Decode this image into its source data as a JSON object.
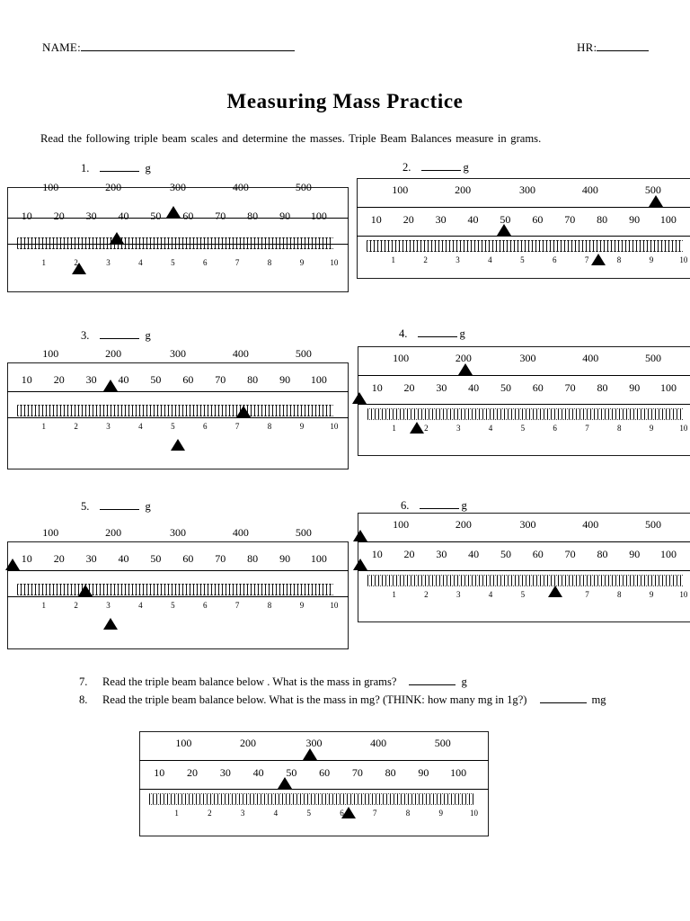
{
  "page": {
    "name_label": "NAME:",
    "hr_label": "HR:",
    "title": "Measuring Mass Practice",
    "instructions": "Read the following triple beam scales and determine the masses.  Triple Beam Balances measure in grams."
  },
  "beam_labels": {
    "hundreds": [
      "100",
      "200",
      "300",
      "400",
      "500"
    ],
    "tens": [
      "10",
      "20",
      "30",
      "40",
      "50",
      "60",
      "70",
      "80",
      "90",
      "100"
    ],
    "ones": [
      "1",
      "2",
      "3",
      "4",
      "5",
      "6",
      "7",
      "8",
      "9",
      "10"
    ]
  },
  "scales": [
    {
      "number": "1.",
      "unit": "g",
      "variant": "strike",
      "riders": [
        {
          "beam": "tens",
          "align": "line",
          "pos": 0.487
        },
        {
          "beam": "ticks",
          "align": "line",
          "pos": 0.319
        },
        {
          "beam": "ones",
          "align": "row",
          "pos": 0.209
        }
      ]
    },
    {
      "number": "2.",
      "unit": "g",
      "variant": "rows",
      "riders": [
        {
          "beam": "hundreds",
          "align": "line",
          "pos": 0.878
        },
        {
          "beam": "tens",
          "align": "line",
          "pos": 0.431
        },
        {
          "beam": "ones",
          "align": "row",
          "pos": 0.709
        }
      ]
    },
    {
      "number": "3.",
      "unit": "g",
      "variant": "out",
      "riders": [
        {
          "beam": "tens",
          "align": "line",
          "pos": 0.301
        },
        {
          "beam": "ticks",
          "align": "line",
          "pos": 0.694
        },
        {
          "beam": "ones",
          "align": "below",
          "pos": 0.5
        }
      ]
    },
    {
      "number": "4.",
      "unit": "g",
      "variant": "rows",
      "riders": [
        {
          "beam": "hundreds",
          "align": "line",
          "pos": 0.316
        },
        {
          "beam": "tens",
          "align": "line",
          "pos": 0.002
        },
        {
          "beam": "ones",
          "align": "row",
          "pos": 0.173
        }
      ]
    },
    {
      "number": "5.",
      "unit": "g",
      "variant": "out",
      "riders": [
        {
          "beam": "tens",
          "align": "line",
          "pos": 0.012
        },
        {
          "beam": "ticks",
          "align": "line",
          "pos": 0.228
        },
        {
          "beam": "ones",
          "align": "below",
          "pos": 0.302
        }
      ]
    },
    {
      "number": "6.",
      "unit": "g",
      "variant": "rows",
      "riders": [
        {
          "beam": "hundreds",
          "align": "line",
          "pos": 0.004
        },
        {
          "beam": "tens",
          "align": "line",
          "pos": 0.004
        },
        {
          "beam": "ticks",
          "align": "below",
          "pos": 0.581
        }
      ]
    }
  ],
  "questions": [
    {
      "number": "7.",
      "text": "Read the triple beam balance below .  What is the mass in grams?",
      "unit": "g"
    },
    {
      "number": "8.",
      "text": "Read the triple beam balance below.  What is the mass in mg? (THINK: how many mg in 1g?)",
      "unit": "mg"
    }
  ],
  "bottom_scale": {
    "variant": "rows",
    "riders": [
      {
        "beam": "hundreds",
        "align": "line",
        "pos": 0.488
      },
      {
        "beam": "tens",
        "align": "line",
        "pos": 0.415
      },
      {
        "beam": "ones",
        "align": "row",
        "pos": 0.599
      }
    ]
  }
}
